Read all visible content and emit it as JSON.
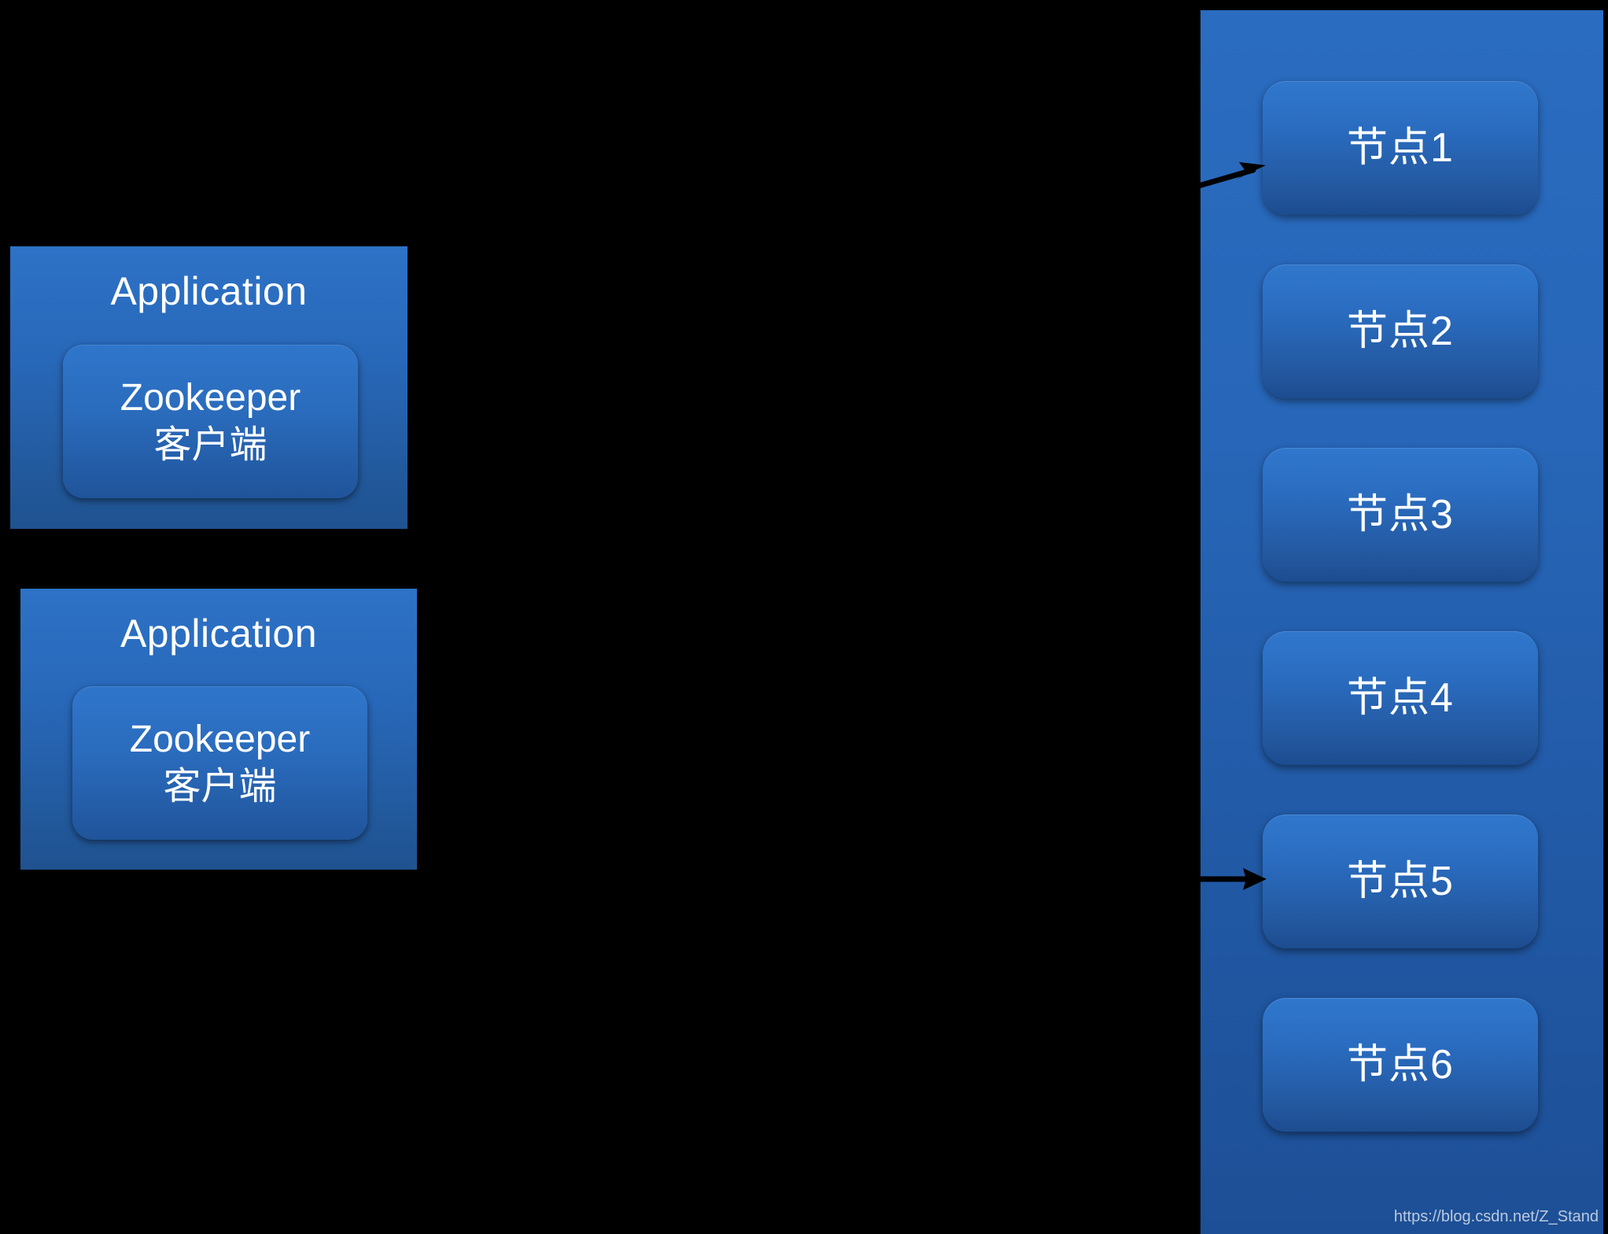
{
  "diagram": {
    "background_color": "#000000",
    "accent_blue": "#2a6cc0",
    "accent_blue_dark": "#1d4f96",
    "text_color": "#ffffff"
  },
  "applications": [
    {
      "title": "Application",
      "client_name": "Zookeeper",
      "client_suffix": "客户端"
    },
    {
      "title": "Application",
      "client_name": "Zookeeper",
      "client_suffix": "客户端"
    }
  ],
  "cluster": {
    "nodes": [
      {
        "label": "节点1"
      },
      {
        "label": "节点2"
      },
      {
        "label": "节点3"
      },
      {
        "label": "节点4"
      },
      {
        "label": "节点5"
      },
      {
        "label": "节点6"
      }
    ]
  },
  "connections": [
    {
      "name": "arrow-to-node-1",
      "target": "节点1"
    },
    {
      "name": "arrow-to-node-5",
      "target": "节点5"
    }
  ],
  "watermark": {
    "text": "https://blog.csdn.net/Z_Stand"
  }
}
